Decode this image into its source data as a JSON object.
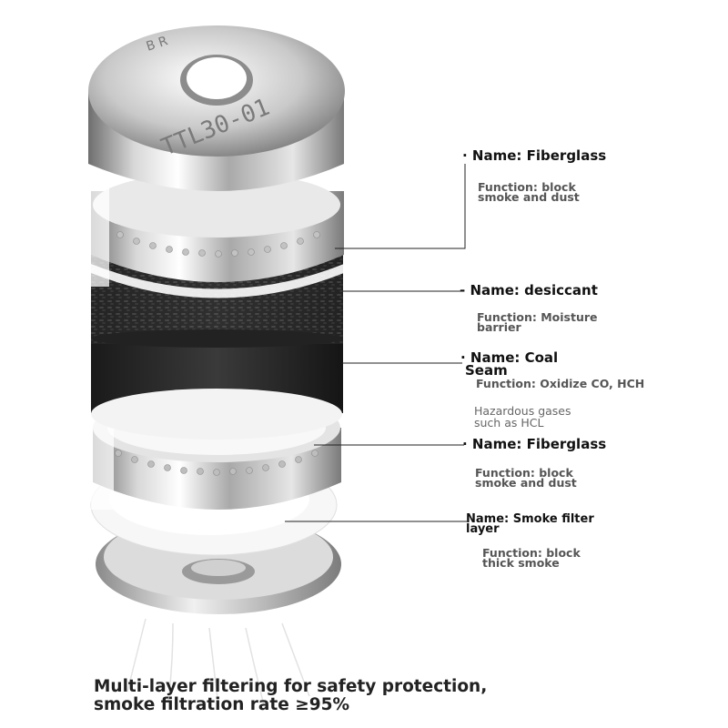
{
  "top_cap": {
    "engraving": "TTL30-01",
    "engraving_small": "B  R"
  },
  "layers": [
    {
      "name": "· Name: Fiberglass",
      "function_lines": [
        "Function: block",
        " smoke and dust"
      ]
    },
    {
      "name": "- Name: desiccant",
      "function_lines": [
        "Function: Moisture",
        " barrier"
      ]
    },
    {
      "name_lines": [
        "· Name: Coal",
        "Seam"
      ],
      "function_lines": [
        "Function: Oxidize CO, HCH"
      ],
      "extra_lines": [
        "Hazardous gases",
        " such as HCL"
      ]
    },
    {
      "name": "· Name: Fiberglass",
      "function_lines": [
        "Function: block",
        " smoke and dust"
      ]
    },
    {
      "name_lines": [
        "Name: Smoke filter",
        "layer"
      ],
      "function_lines": [
        "Function: block",
        " thick smoke"
      ]
    }
  ],
  "caption_lines": [
    "Multi-layer filtering for safety protection,",
    " smoke filtration rate ≥95%"
  ]
}
